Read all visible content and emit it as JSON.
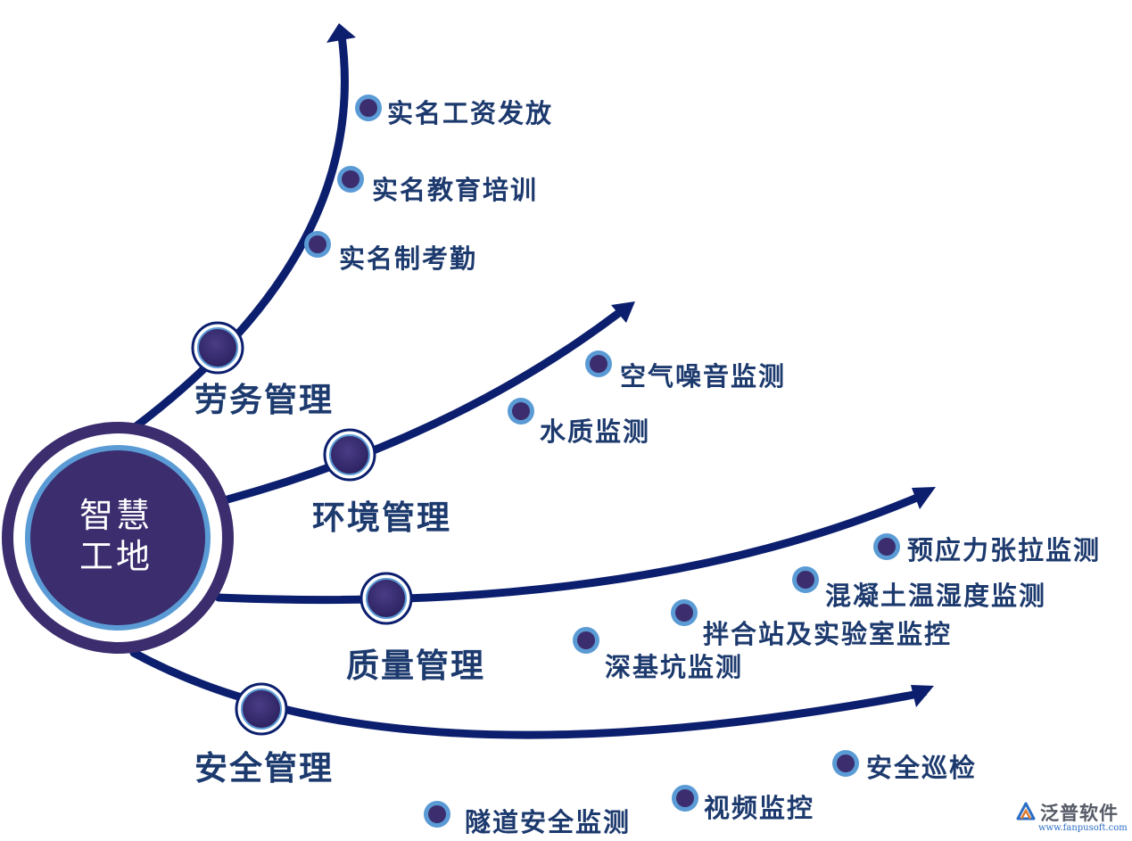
{
  "center": {
    "line1": "智慧",
    "line2": "工地"
  },
  "branches": [
    {
      "label": "劳务管理",
      "items": [
        "实名工资发放",
        "实名教育培训",
        "实名制考勤"
      ]
    },
    {
      "label": "环境管理",
      "items": [
        "空气噪音监测",
        "水质监测"
      ]
    },
    {
      "label": "质量管理",
      "items": [
        "预应力张拉监测",
        "混凝土温湿度监测",
        "拌合站及实验室监控",
        "深基坑监测"
      ]
    },
    {
      "label": "安全管理",
      "items": [
        "安全巡检",
        "视频监控",
        "隧道安全监测"
      ]
    }
  ],
  "logo": {
    "name": "泛普软件",
    "url": "www.fanpusoft.com"
  },
  "colors": {
    "primary": "#0c1f6e",
    "circle_fill": "#3b2d6e",
    "text": "#1d3a6e",
    "node_ring": "#5b9bd5"
  }
}
